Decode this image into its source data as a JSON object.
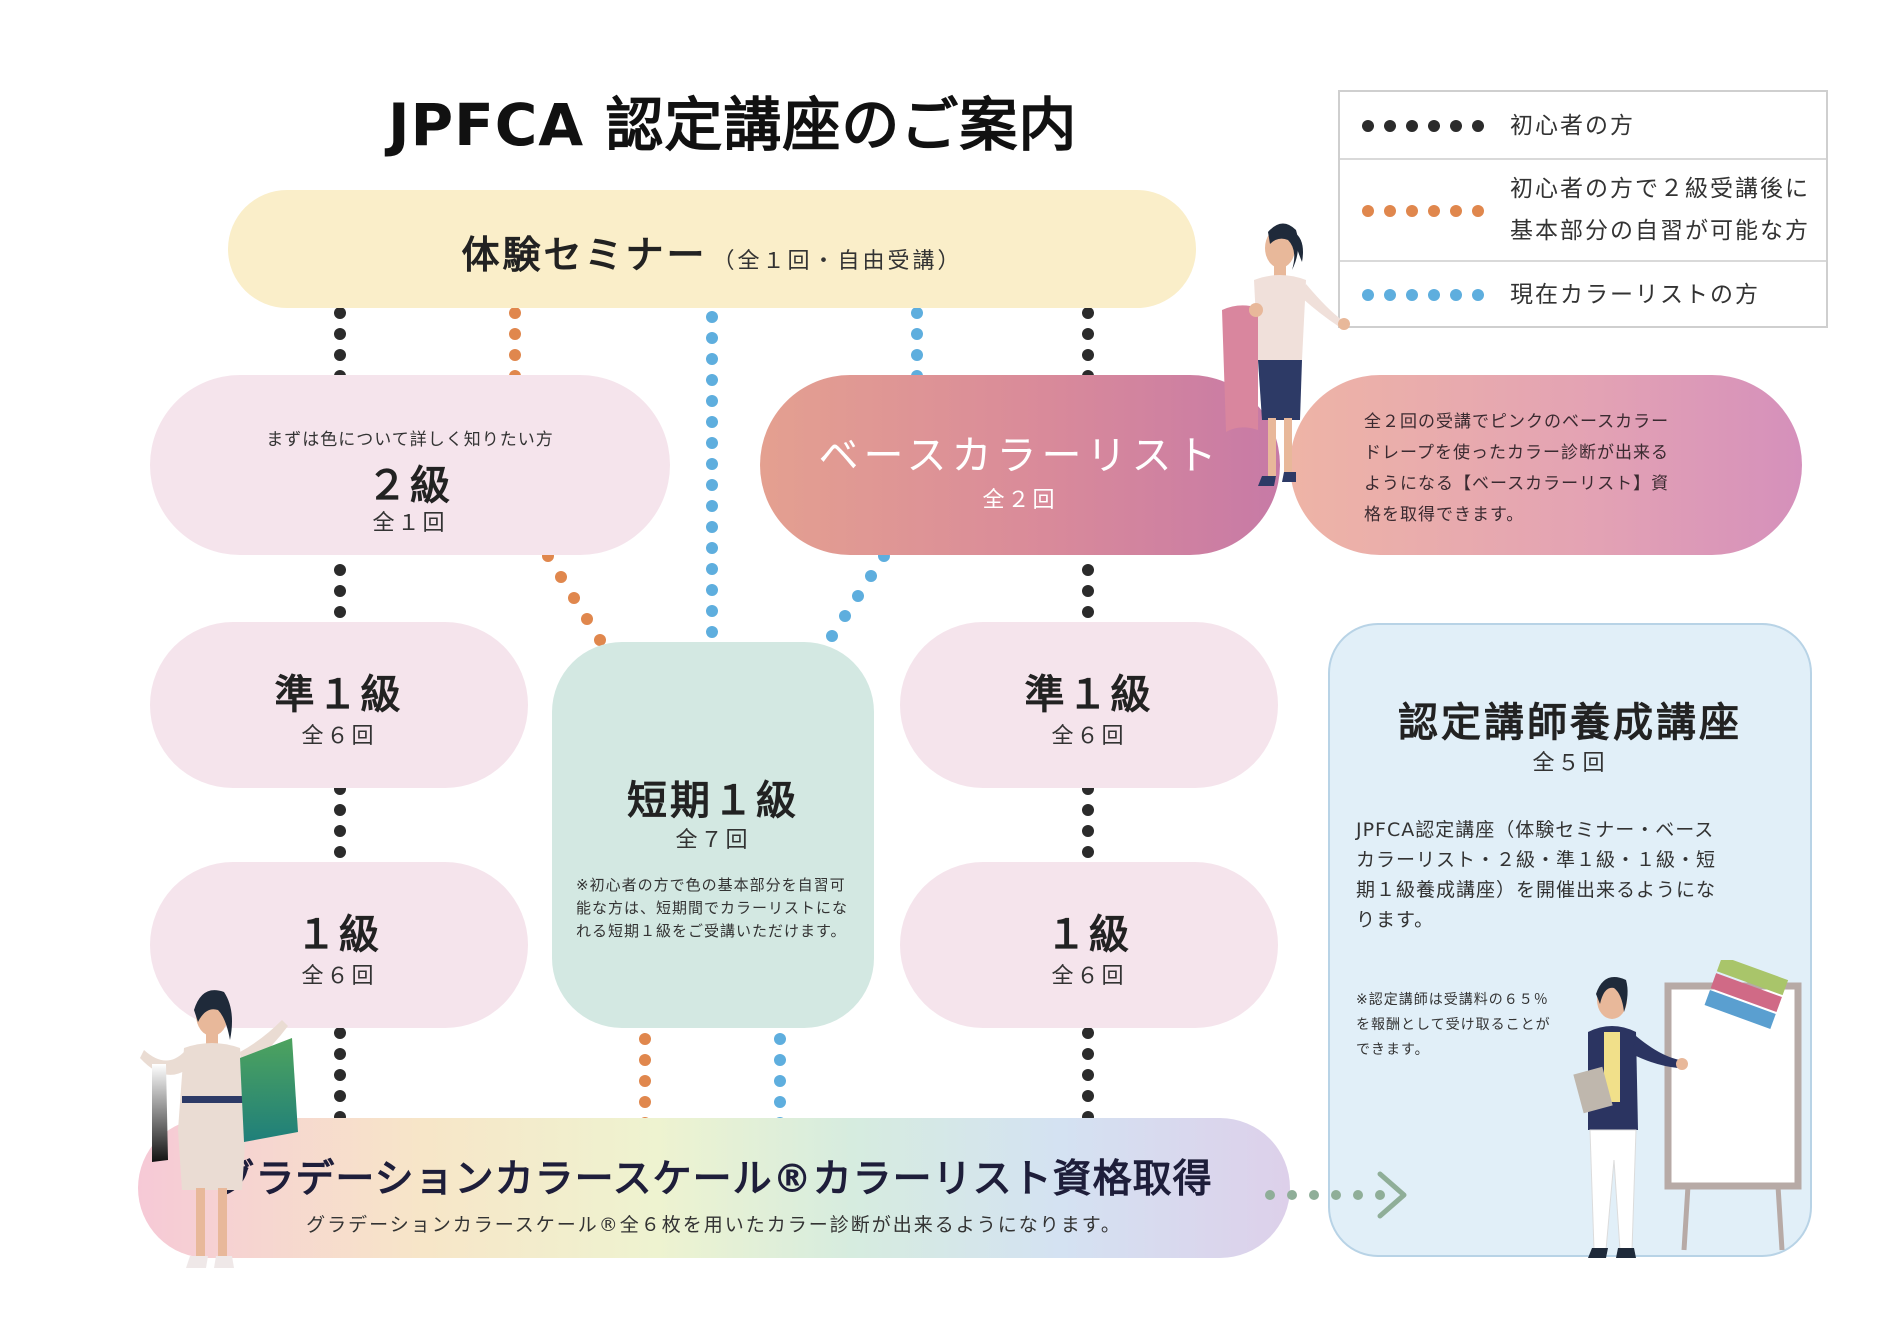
{
  "title": "JPFCA 認定講座のご案内",
  "legend": {
    "beginner": "初心者の方",
    "self_study_line1": "初心者の方で２級受講後に",
    "self_study_line2": "基本部分の自習が可能な方",
    "current": "現在カラーリストの方"
  },
  "trial": {
    "name": "体験セミナー",
    "sub": "（全１回・自由受講）"
  },
  "grade2": {
    "note": "まずは色について詳しく知りたい方",
    "name": "２級",
    "count": "全１回"
  },
  "base": {
    "name": "ベースカラーリスト",
    "count": "全２回",
    "desc_line1": "全２回の受講でピンクのベースカラー",
    "desc_line2": "ドレープを使ったカラー診断が出来る",
    "desc_line3": "ようになる【ベースカラーリスト】資",
    "desc_line4": "格を取得できます。"
  },
  "semi1_left": {
    "name": "準１級",
    "count": "全６回"
  },
  "semi1_right": {
    "name": "準１級",
    "count": "全６回"
  },
  "grade1_left": {
    "name": "１級",
    "count": "全６回"
  },
  "grade1_right": {
    "name": "１級",
    "count": "全６回"
  },
  "short": {
    "name": "短期１級",
    "count": "全７回",
    "note_line1": "※初心者の方で色の基本部分を自習可",
    "note_line2": "能な方は、短期間でカラーリストにな",
    "note_line3": "れる短期１級をご受講いただけます。"
  },
  "trainer": {
    "name": "認定講師養成講座",
    "count": "全５回",
    "desc_line1": "JPFCA認定講座（体験セミナー・ベース",
    "desc_line2": "カラーリスト・２級・準１級・１級・短",
    "desc_line3": "期１級養成講座）を開催出来るようにな",
    "desc_line4": "ります。",
    "note_line1": "※認定講師は受講料の６５％",
    "note_line2": "を報酬として受け取ることが",
    "note_line3": "できます。"
  },
  "final": {
    "name": "グラデーションカラースケール®カラーリスト資格取得",
    "sub": "グラデーションカラースケール®全６枚を用いたカラー診断が出来るようになります。"
  },
  "colors": {
    "beginner_dot": "#2b2b2b",
    "self_study_dot": "#e0874d",
    "current_dot": "#5eaede",
    "arrow": "#8fae98"
  },
  "icons": [
    "woman-with-drape-icon",
    "woman-with-scarves-icon",
    "woman-presenting-board-icon",
    "arrow-right-icon"
  ]
}
